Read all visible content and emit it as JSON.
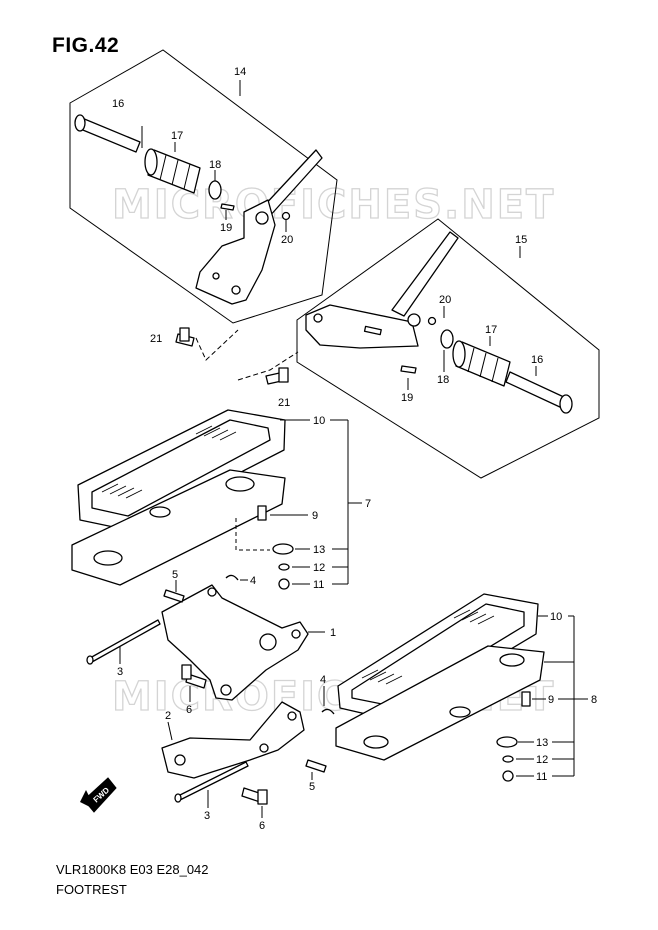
{
  "figure": {
    "title": "FIG.42"
  },
  "footer": {
    "code": "VLR1800K8 E03 E28_042",
    "name": "FOOTREST"
  },
  "watermark": {
    "text": "MICROFICHES.NET",
    "color": "#d4d4d4"
  },
  "fwd_badge": {
    "text": "FWD"
  },
  "callouts": {
    "c1": "1",
    "c2": "2",
    "c3a": "3",
    "c3b": "3",
    "c4a": "4",
    "c4b": "4",
    "c5a": "5",
    "c5b": "5",
    "c6a": "6",
    "c6b": "6",
    "c7": "7",
    "c8": "8",
    "c9a": "9",
    "c9b": "9",
    "c10a": "10",
    "c10b": "10",
    "c11a": "11",
    "c11b": "11",
    "c12a": "12",
    "c12b": "12",
    "c13a": "13",
    "c13b": "13",
    "c14": "14",
    "c15": "15",
    "c16a": "16",
    "c16b": "16",
    "c17a": "17",
    "c17b": "17",
    "c18a": "18",
    "c18b": "18",
    "c19a": "19",
    "c19b": "19",
    "c20a": "20",
    "c20b": "20",
    "c21a": "21",
    "c21b": "21"
  }
}
